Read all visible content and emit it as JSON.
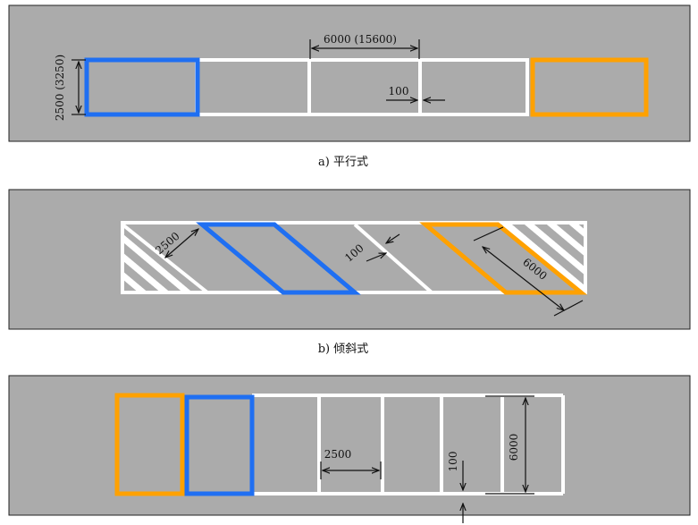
{
  "colors": {
    "panel": "#ababab",
    "line": "#ffffff",
    "blue": "#1f6ff2",
    "orange": "#ffa100",
    "ink": "#111111"
  },
  "panels": {
    "a": {
      "caption": "a) 平行式",
      "dims": {
        "length": "6000 (15600)",
        "width": "2500 (3250)",
        "gap": "100"
      }
    },
    "b": {
      "caption": "b) 倾斜式",
      "dims": {
        "width": "2500",
        "gap": "100",
        "length": "6000"
      }
    },
    "c": {
      "dims": {
        "width": "2500",
        "gap": "100",
        "length": "6000"
      }
    }
  }
}
